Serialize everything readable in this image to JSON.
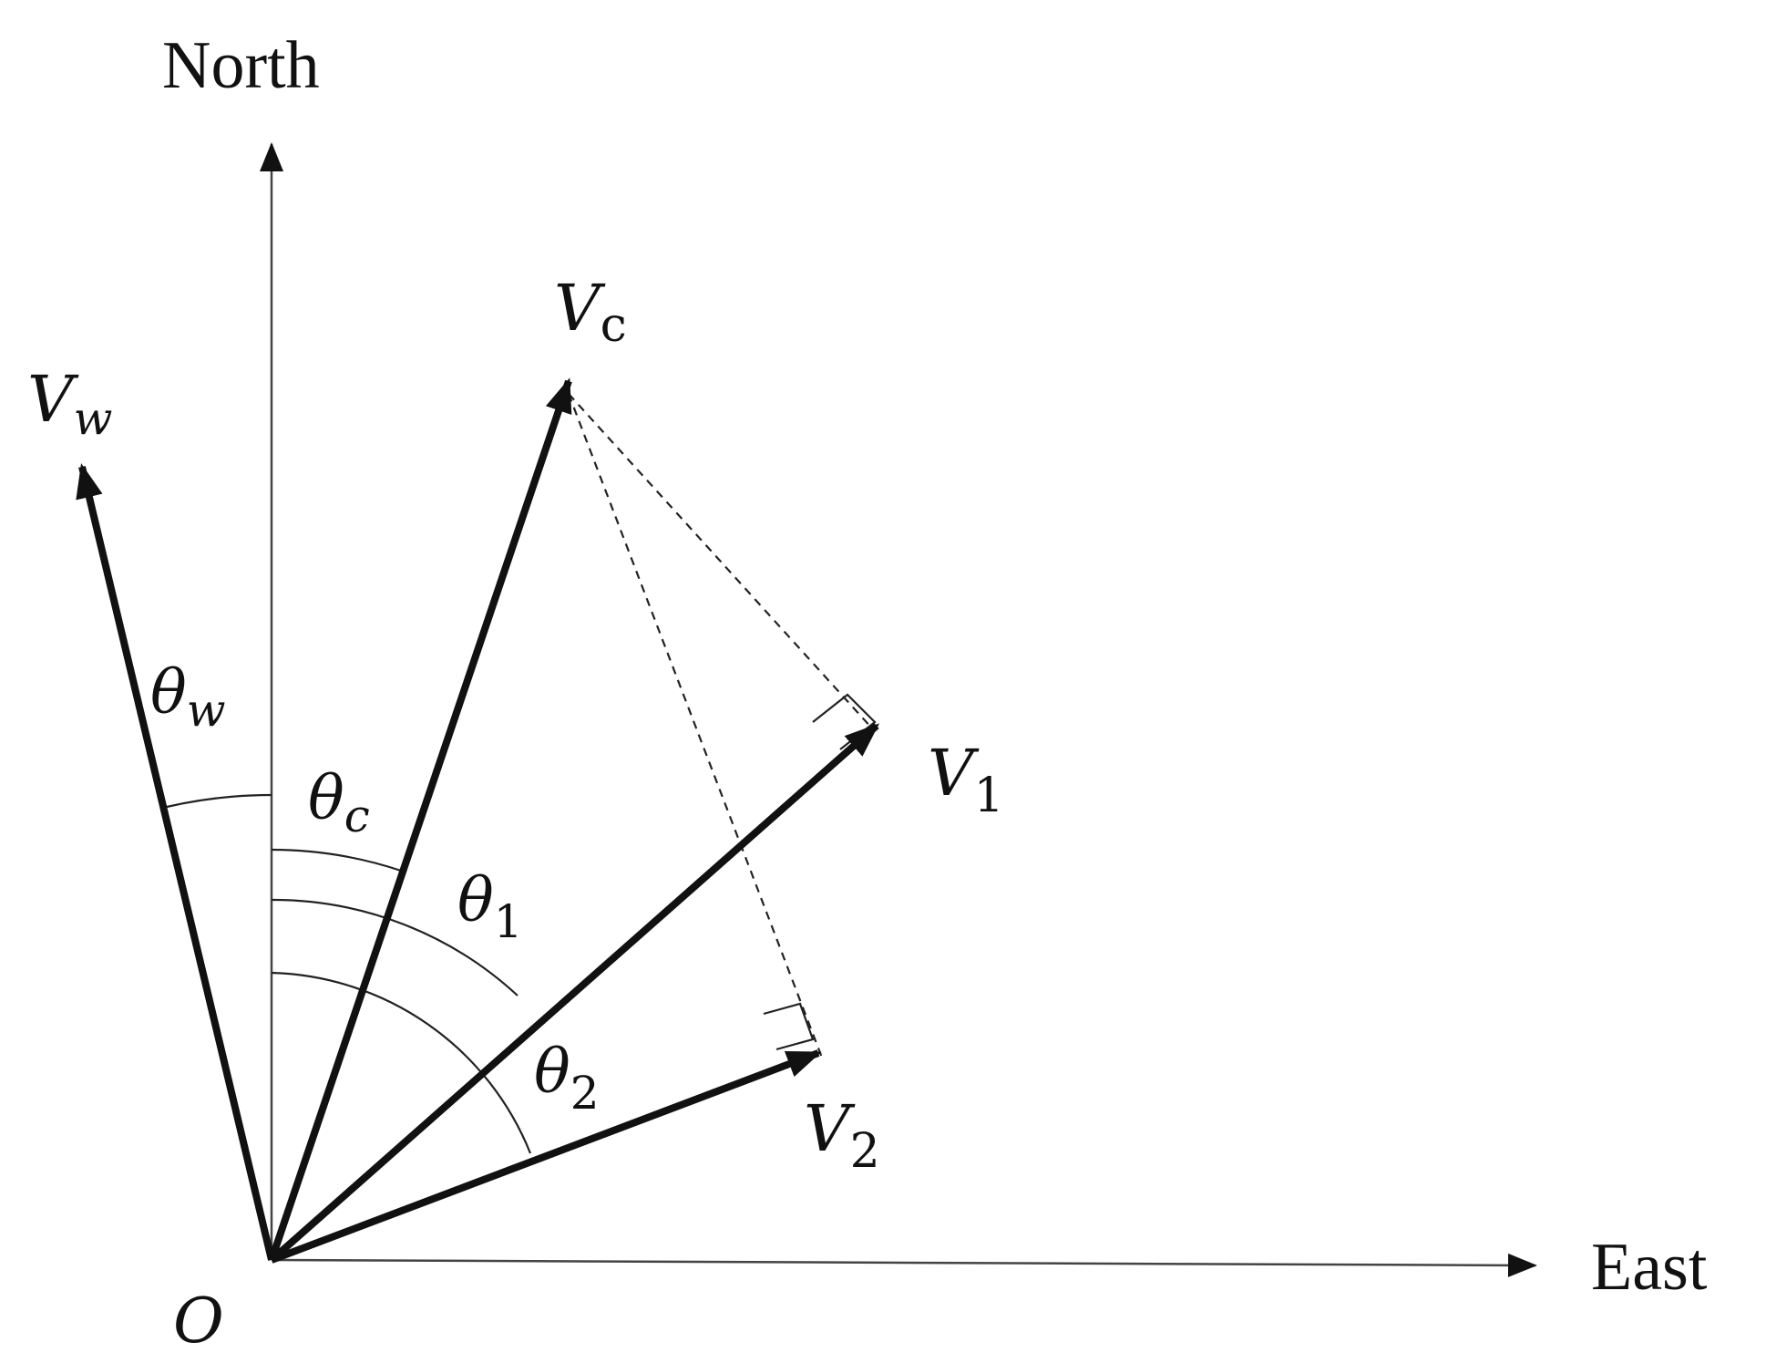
{
  "diagram": {
    "axes": {
      "north": "North",
      "east": "East",
      "origin": "O"
    },
    "vectors": {
      "vw": {
        "symbol": "V",
        "sub": "w"
      },
      "vc": {
        "symbol": "V",
        "sub": "c"
      },
      "v1": {
        "symbol": "V",
        "sub": "1"
      },
      "v2": {
        "symbol": "V",
        "sub": "2"
      }
    },
    "angles": {
      "theta_w": {
        "symbol": "θ",
        "sub": "w"
      },
      "theta_c": {
        "symbol": "θ",
        "sub": "c"
      },
      "theta_1": {
        "symbol": "θ",
        "sub": "1"
      },
      "theta_2": {
        "symbol": "θ",
        "sub": "2"
      }
    },
    "colors": {
      "ink": "#111111"
    }
  }
}
